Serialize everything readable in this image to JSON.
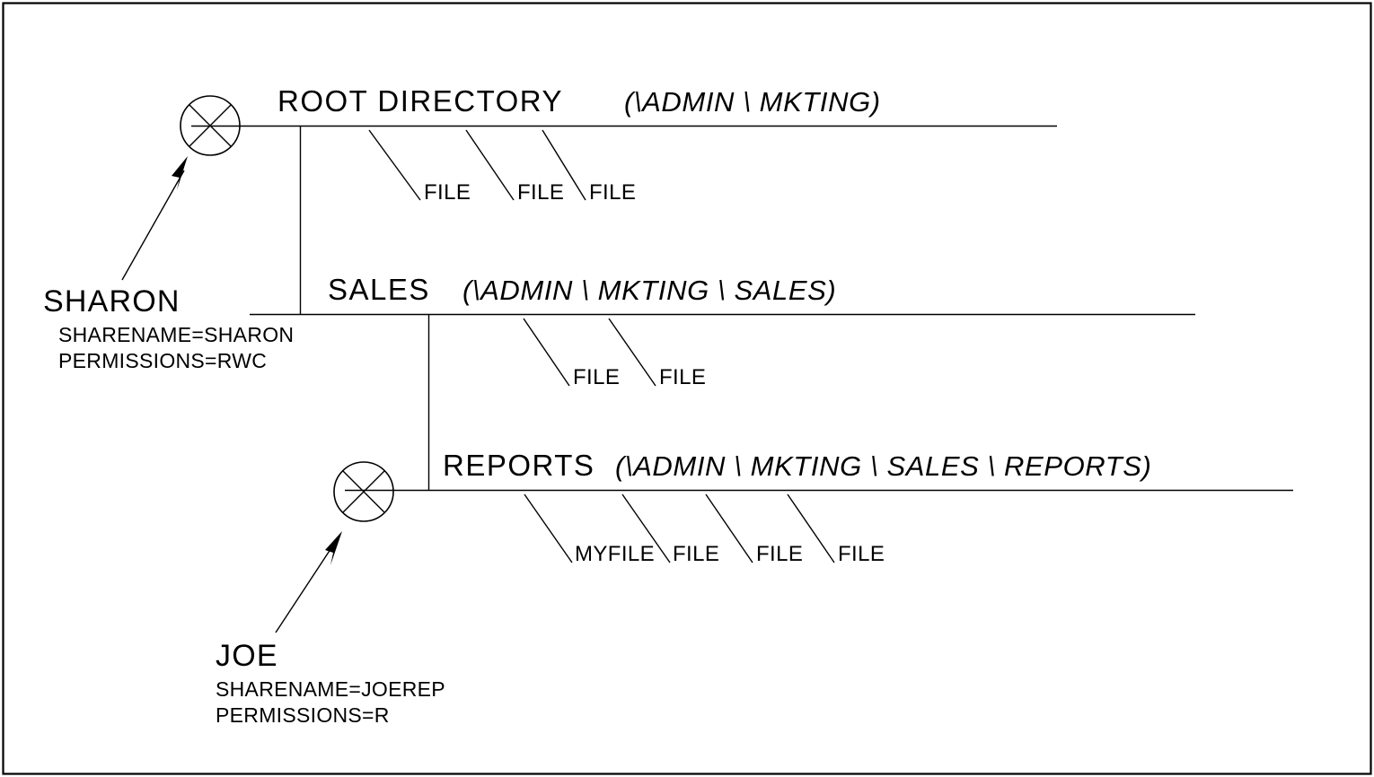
{
  "diagram": {
    "title": "Directory share permissions tree",
    "line_color": "#000000",
    "background_color": "#ffffff",
    "levels": [
      {
        "id": "root",
        "label": "ROOT DIRECTORY",
        "path": "(\\ADMIN \\ MKTING)",
        "files": [
          "FILE",
          "FILE",
          "FILE"
        ]
      },
      {
        "id": "sales",
        "label": "SALES",
        "path": "(\\ADMIN \\ MKTING \\ SALES)",
        "files": [
          "FILE",
          "FILE"
        ]
      },
      {
        "id": "reports",
        "label": "REPORTS",
        "path": "(\\ADMIN \\ MKTING \\ SALES \\ REPORTS)",
        "files": [
          "MYFILE",
          "FILE",
          "FILE",
          "FILE"
        ]
      }
    ],
    "shares": [
      {
        "id": "sharon",
        "user": "SHARON",
        "sharename": "SHARENAME=SHARON",
        "permissions": "PERMISSIONS=RWC",
        "marker": "circle-x-share-point"
      },
      {
        "id": "joe",
        "user": "JOE",
        "sharename": "SHARENAME=JOEREP",
        "permissions": "PERMISSIONS=R",
        "marker": "circle-x-share-point"
      }
    ]
  }
}
